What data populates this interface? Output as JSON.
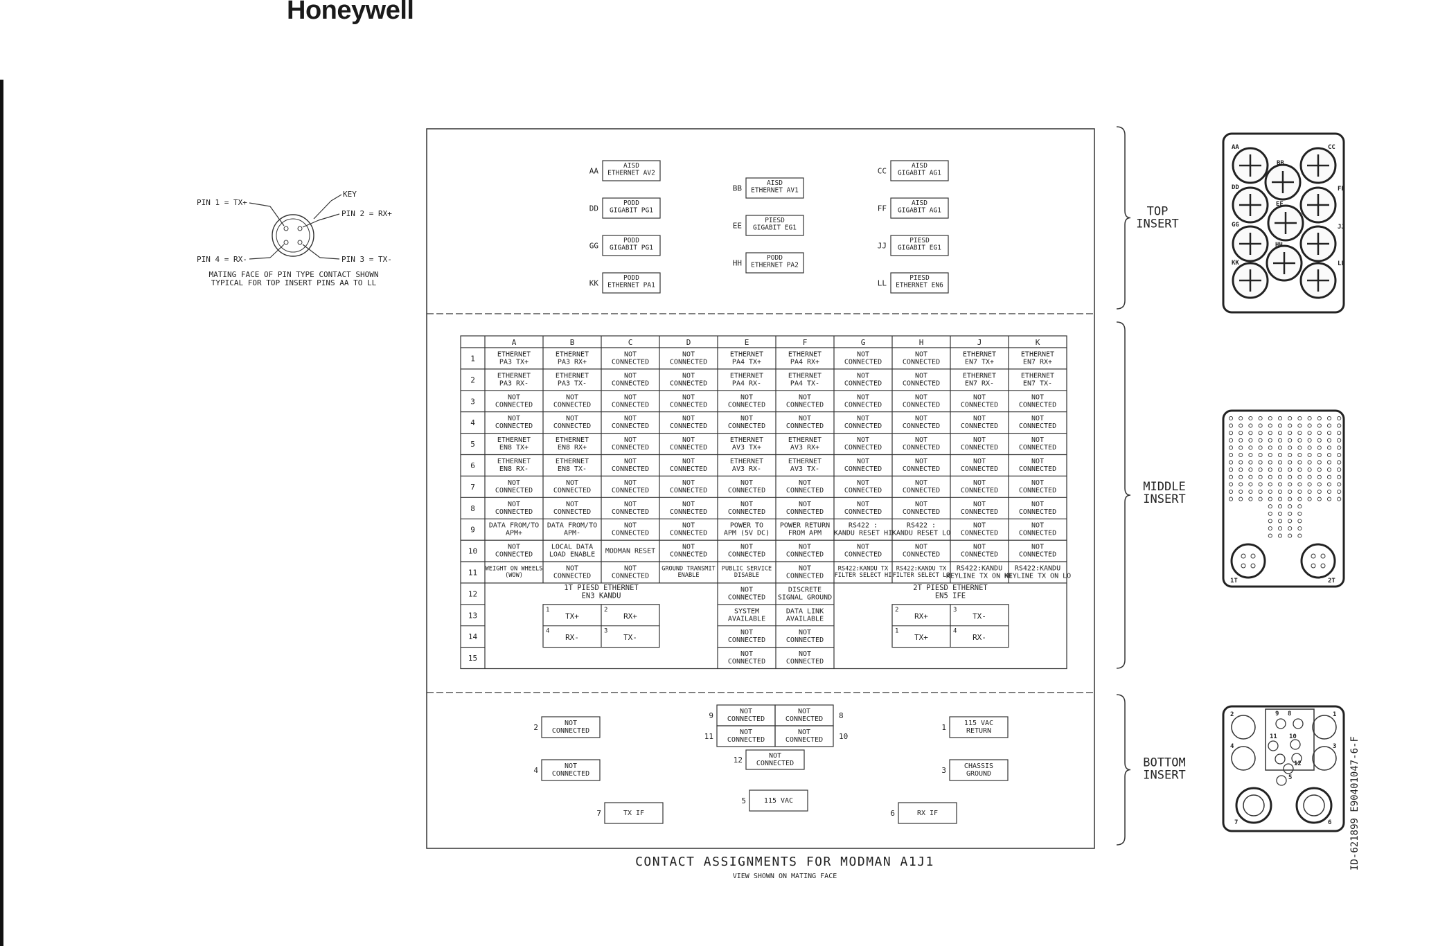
{
  "brand": "Honeywell",
  "title": "CONTACT ASSIGNMENTS FOR MODMAN A1J1",
  "subtitle": "VIEW SHOWN ON MATING FACE",
  "doc_id": "ID-621899  E90401047-6-F",
  "pin_diagram": {
    "key": "KEY",
    "pin1": "PIN 1 = TX+",
    "pin2": "PIN 2 = RX+",
    "pin3": "PIN 3 = TX-",
    "pin4": "PIN 4 = RX-",
    "note1": "MATING FACE OF PIN TYPE CONTACT SHOWN",
    "note2": "TYPICAL FOR TOP INSERT PINS AA TO LL"
  },
  "inserts": {
    "top": [
      "TOP",
      "INSERT"
    ],
    "middle": [
      "MIDDLE",
      "INSERT"
    ],
    "bottom": [
      "BOTTOM",
      "INSERT"
    ]
  },
  "top_pins": [
    {
      "id": "AA",
      "l1": "AISD",
      "l2": "ETHERNET AV2"
    },
    {
      "id": "BB",
      "l1": "AISD",
      "l2": "ETHERNET AV1"
    },
    {
      "id": "CC",
      "l1": "AISD",
      "l2": "GIGABIT AG1"
    },
    {
      "id": "DD",
      "l1": "PODD",
      "l2": "GIGABIT PG1"
    },
    {
      "id": "EE",
      "l1": "PIESD",
      "l2": "GIGABIT EG1"
    },
    {
      "id": "FF",
      "l1": "AISD",
      "l2": "GIGABIT AG1"
    },
    {
      "id": "GG",
      "l1": "PODD",
      "l2": "GIGABIT PG1"
    },
    {
      "id": "HH",
      "l1": "PODD",
      "l2": "ETHERNET PA2"
    },
    {
      "id": "JJ",
      "l1": "PIESD",
      "l2": "GIGABIT EG1"
    },
    {
      "id": "KK",
      "l1": "PODD",
      "l2": "ETHERNET PA1"
    },
    {
      "id": "LL",
      "l1": "PIESD",
      "l2": "ETHERNET EN6"
    }
  ],
  "middle_table": {
    "columns": [
      "A",
      "B",
      "C",
      "D",
      "E",
      "F",
      "G",
      "H",
      "J",
      "K"
    ],
    "rows": [
      {
        "n": "1",
        "cells": [
          [
            "ETHERNET",
            "PA3 TX+"
          ],
          [
            "ETHERNET",
            "PA3 RX+"
          ],
          [
            "NOT",
            "CONNECTED"
          ],
          [
            "NOT",
            "CONNECTED"
          ],
          [
            "ETHERNET",
            "PA4 TX+"
          ],
          [
            "ETHERNET",
            "PA4 RX+"
          ],
          [
            "NOT",
            "CONNECTED"
          ],
          [
            "NOT",
            "CONNECTED"
          ],
          [
            "ETHERNET",
            "EN7 TX+"
          ],
          [
            "ETHERNET",
            "EN7 RX+"
          ]
        ]
      },
      {
        "n": "2",
        "cells": [
          [
            "ETHERNET",
            "PA3 RX-"
          ],
          [
            "ETHERNET",
            "PA3 TX-"
          ],
          [
            "NOT",
            "CONNECTED"
          ],
          [
            "NOT",
            "CONNECTED"
          ],
          [
            "ETHERNET",
            "PA4 RX-"
          ],
          [
            "ETHERNET",
            "PA4 TX-"
          ],
          [
            "NOT",
            "CONNECTED"
          ],
          [
            "NOT",
            "CONNECTED"
          ],
          [
            "ETHERNET",
            "EN7 RX-"
          ],
          [
            "ETHERNET",
            "EN7 TX-"
          ]
        ]
      },
      {
        "n": "3",
        "cells": [
          [
            "NOT",
            "CONNECTED"
          ],
          [
            "NOT",
            "CONNECTED"
          ],
          [
            "NOT",
            "CONNECTED"
          ],
          [
            "NOT",
            "CONNECTED"
          ],
          [
            "NOT",
            "CONNECTED"
          ],
          [
            "NOT",
            "CONNECTED"
          ],
          [
            "NOT",
            "CONNECTED"
          ],
          [
            "NOT",
            "CONNECTED"
          ],
          [
            "NOT",
            "CONNECTED"
          ],
          [
            "NOT",
            "CONNECTED"
          ]
        ]
      },
      {
        "n": "4",
        "cells": [
          [
            "NOT",
            "CONNECTED"
          ],
          [
            "NOT",
            "CONNECTED"
          ],
          [
            "NOT",
            "CONNECTED"
          ],
          [
            "NOT",
            "CONNECTED"
          ],
          [
            "NOT",
            "CONNECTED"
          ],
          [
            "NOT",
            "CONNECTED"
          ],
          [
            "NOT",
            "CONNECTED"
          ],
          [
            "NOT",
            "CONNECTED"
          ],
          [
            "NOT",
            "CONNECTED"
          ],
          [
            "NOT",
            "CONNECTED"
          ]
        ]
      },
      {
        "n": "5",
        "cells": [
          [
            "ETHERNET",
            "EN8 TX+"
          ],
          [
            "ETHERNET",
            "EN8 RX+"
          ],
          [
            "NOT",
            "CONNECTED"
          ],
          [
            "NOT",
            "CONNECTED"
          ],
          [
            "ETHERNET",
            "AV3 TX+"
          ],
          [
            "ETHERNET",
            "AV3 RX+"
          ],
          [
            "NOT",
            "CONNECTED"
          ],
          [
            "NOT",
            "CONNECTED"
          ],
          [
            "NOT",
            "CONNECTED"
          ],
          [
            "NOT",
            "CONNECTED"
          ]
        ]
      },
      {
        "n": "6",
        "cells": [
          [
            "ETHERNET",
            "EN8 RX-"
          ],
          [
            "ETHERNET",
            "EN8 TX-"
          ],
          [
            "NOT",
            "CONNECTED"
          ],
          [
            "NOT",
            "CONNECTED"
          ],
          [
            "ETHERNET",
            "AV3 RX-"
          ],
          [
            "ETHERNET",
            "AV3 TX-"
          ],
          [
            "NOT",
            "CONNECTED"
          ],
          [
            "NOT",
            "CONNECTED"
          ],
          [
            "NOT",
            "CONNECTED"
          ],
          [
            "NOT",
            "CONNECTED"
          ]
        ]
      },
      {
        "n": "7",
        "cells": [
          [
            "NOT",
            "CONNECTED"
          ],
          [
            "NOT",
            "CONNECTED"
          ],
          [
            "NOT",
            "CONNECTED"
          ],
          [
            "NOT",
            "CONNECTED"
          ],
          [
            "NOT",
            "CONNECTED"
          ],
          [
            "NOT",
            "CONNECTED"
          ],
          [
            "NOT",
            "CONNECTED"
          ],
          [
            "NOT",
            "CONNECTED"
          ],
          [
            "NOT",
            "CONNECTED"
          ],
          [
            "NOT",
            "CONNECTED"
          ]
        ]
      },
      {
        "n": "8",
        "cells": [
          [
            "NOT",
            "CONNECTED"
          ],
          [
            "NOT",
            "CONNECTED"
          ],
          [
            "NOT",
            "CONNECTED"
          ],
          [
            "NOT",
            "CONNECTED"
          ],
          [
            "NOT",
            "CONNECTED"
          ],
          [
            "NOT",
            "CONNECTED"
          ],
          [
            "NOT",
            "CONNECTED"
          ],
          [
            "NOT",
            "CONNECTED"
          ],
          [
            "NOT",
            "CONNECTED"
          ],
          [
            "NOT",
            "CONNECTED"
          ]
        ]
      },
      {
        "n": "9",
        "cells": [
          [
            "DATA FROM/TO",
            "APM+"
          ],
          [
            "DATA FROM/TO",
            "APM-"
          ],
          [
            "NOT",
            "CONNECTED"
          ],
          [
            "NOT",
            "CONNECTED"
          ],
          [
            "POWER TO",
            "APM (5V DC)"
          ],
          [
            "POWER RETURN",
            "FROM APM"
          ],
          [
            "RS422 :",
            "KANDU RESET HI"
          ],
          [
            "RS422 :",
            "KANDU RESET LO"
          ],
          [
            "NOT",
            "CONNECTED"
          ],
          [
            "NOT",
            "CONNECTED"
          ]
        ]
      },
      {
        "n": "10",
        "cells": [
          [
            "NOT",
            "CONNECTED"
          ],
          [
            "LOCAL DATA",
            "LOAD ENABLE"
          ],
          [
            "MODMAN RESET",
            ""
          ],
          [
            "NOT",
            "CONNECTED"
          ],
          [
            "NOT",
            "CONNECTED"
          ],
          [
            "NOT",
            "CONNECTED"
          ],
          [
            "NOT",
            "CONNECTED"
          ],
          [
            "NOT",
            "CONNECTED"
          ],
          [
            "NOT",
            "CONNECTED"
          ],
          [
            "NOT",
            "CONNECTED"
          ]
        ]
      },
      {
        "n": "11",
        "cells": [
          [
            "WEIGHT ON WHEELS",
            "(WOW)"
          ],
          [
            "NOT",
            "CONNECTED"
          ],
          [
            "NOT",
            "CONNECTED"
          ],
          [
            "GROUND TRANSMIT",
            "ENABLE"
          ],
          [
            "PUBLIC SERVICE",
            "DISABLE"
          ],
          [
            "NOT",
            "CONNECTED"
          ],
          [
            "RS422:KANDU TX",
            "FILTER SELECT HI"
          ],
          [
            "RS422:KANDU TX",
            "FILTER SELECT LO"
          ],
          [
            "RS422:KANDU",
            "KEYLINE TX ON HI"
          ],
          [
            "RS422:KANDU",
            "KEYLINE TX ON LO"
          ]
        ]
      }
    ],
    "lower_rows": [
      "12",
      "13",
      "14",
      "15"
    ],
    "lower_e": [
      [
        "NOT",
        "CONNECTED"
      ],
      [
        "SYSTEM",
        "AVAILABLE"
      ],
      [
        "NOT",
        "CONNECTED"
      ],
      [
        "NOT",
        "CONNECTED"
      ]
    ],
    "lower_f": [
      [
        "DISCRETE",
        "SIGNAL GROUND"
      ],
      [
        "DATA LINK",
        "AVAILABLE"
      ],
      [
        "NOT",
        "CONNECTED"
      ],
      [
        "NOT",
        "CONNECTED"
      ]
    ],
    "group_1t": {
      "l1": "1T PIESD ETHERNET",
      "l2": "EN3 KANDU",
      "pins": [
        {
          "n": "1",
          "t": "TX+"
        },
        {
          "n": "2",
          "t": "RX+"
        },
        {
          "n": "4",
          "t": "RX-"
        },
        {
          "n": "3",
          "t": "TX-"
        }
      ]
    },
    "group_2t": {
      "l1": "2T PIESD ETHERNET",
      "l2": "EN5 IFE",
      "pins": [
        {
          "n": "2",
          "t": "RX+"
        },
        {
          "n": "3",
          "t": "TX-"
        },
        {
          "n": "1",
          "t": "TX+"
        },
        {
          "n": "4",
          "t": "RX-"
        }
      ]
    }
  },
  "bottom_pins": {
    "p2": {
      "n": "2",
      "l1": "NOT",
      "l2": "CONNECTED"
    },
    "p4": {
      "n": "4",
      "l1": "NOT",
      "l2": "CONNECTED"
    },
    "p7": {
      "n": "7",
      "l1": "TX IF"
    },
    "p9": {
      "n": "9",
      "l1": "NOT",
      "l2": "CONNECTED"
    },
    "p8": {
      "n": "8",
      "l1": "NOT",
      "l2": "CONNECTED"
    },
    "p11": {
      "n": "11",
      "l1": "NOT",
      "l2": "CONNECTED"
    },
    "p10": {
      "n": "10",
      "l1": "NOT",
      "l2": "CONNECTED"
    },
    "p12": {
      "n": "12",
      "l1": "NOT",
      "l2": "CONNECTED"
    },
    "p5": {
      "n": "5",
      "l1": "115 VAC"
    },
    "p1": {
      "n": "1",
      "l1": "115 VAC",
      "l2": "RETURN"
    },
    "p3": {
      "n": "3",
      "l1": "CHASSIS",
      "l2": "GROUND"
    },
    "p6": {
      "n": "6",
      "l1": "RX IF"
    }
  },
  "connector_top_labels": [
    "AA",
    "BB",
    "CC",
    "DD",
    "EE",
    "FF",
    "GG",
    "HH",
    "JJ",
    "KK",
    "LL"
  ],
  "connector_middle_labels": [
    "1T",
    "2T"
  ],
  "connector_bottom_labels": [
    "1",
    "2",
    "3",
    "4",
    "5",
    "6",
    "7",
    "8",
    "9",
    "10",
    "11",
    "12"
  ]
}
